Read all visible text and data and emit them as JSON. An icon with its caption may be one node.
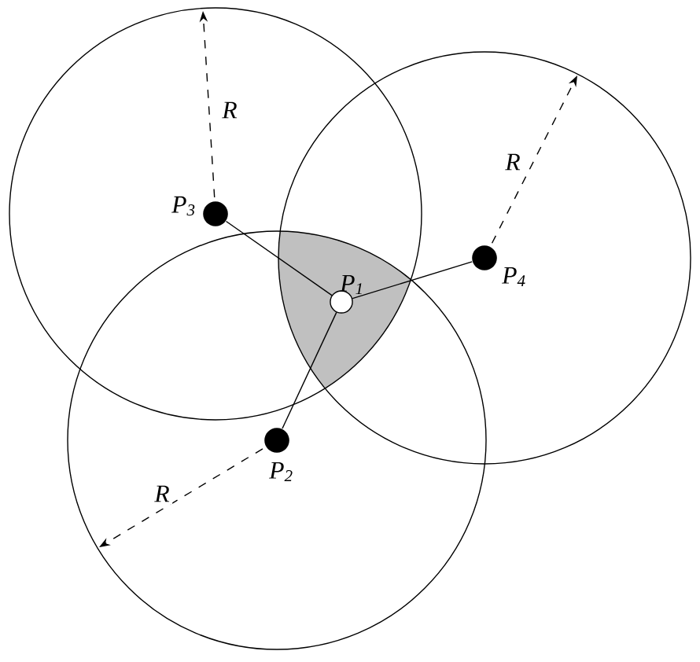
{
  "diagram": {
    "nodes": [
      {
        "text": [
          "P$_{3}$"
        ]
      },
      {
        "text": [
          "P$_{4}$"
        ]
      },
      {
        "text": [
          "P$_{1}$"
        ]
      },
      {
        "text": [
          "P$_{2}$"
        ]
      }
    ],
    "edges": [
      {
        "from": 2,
        "to": 3,
        "arrow": "none"
      },
      {
        "from": 2,
        "to": 0,
        "arrow": "none"
      },
      {
        "from": 2,
        "to": 1,
        "arrow": "none"
      }
    ],
    "labels": [
      "R",
      "R",
      "R"
    ]
  }
}
